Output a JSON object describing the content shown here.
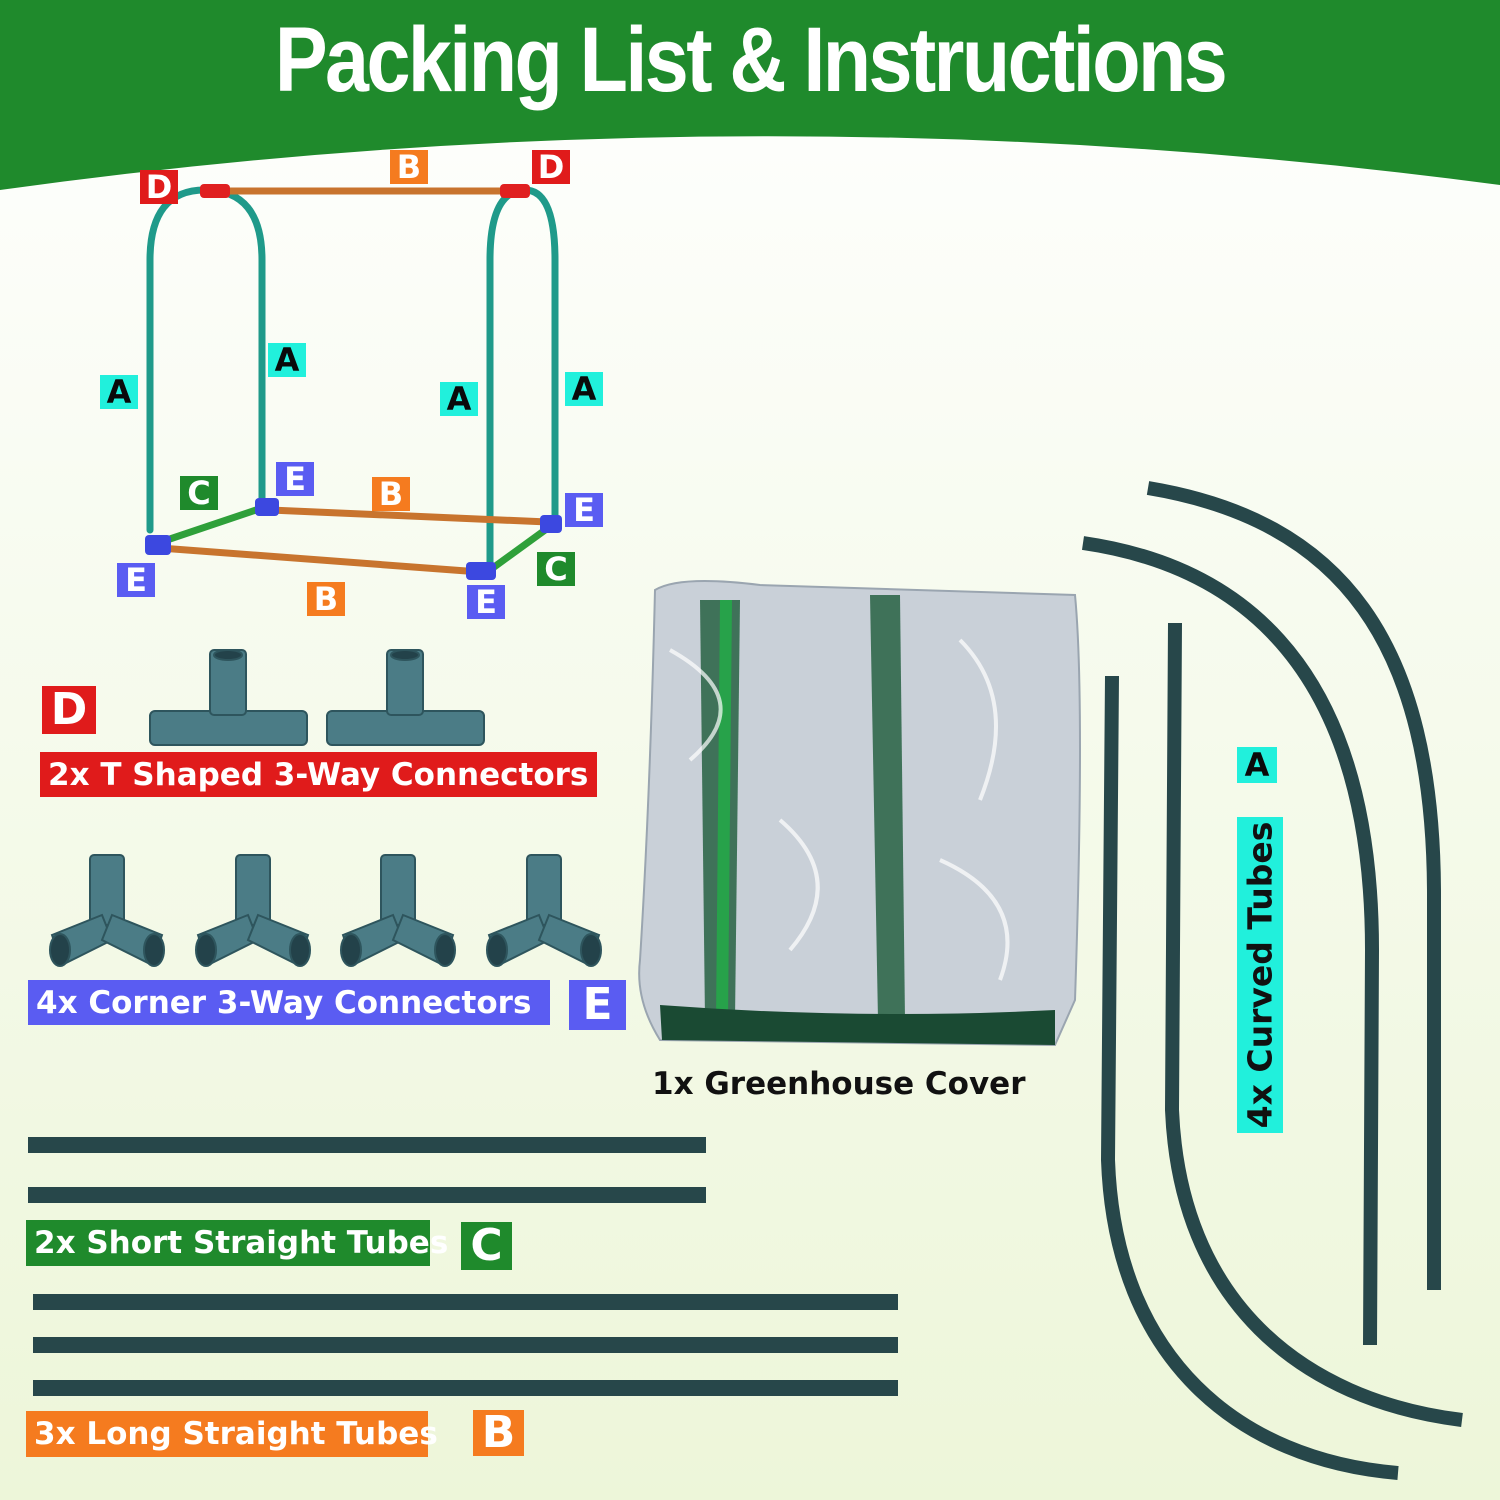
{
  "header": {
    "title": "Packing List & Instructions",
    "color": "#1f8a2c"
  },
  "diagram": {
    "labels": {
      "A": "A",
      "B": "B",
      "C": "C",
      "D": "D",
      "E": "E"
    }
  },
  "parts": {
    "t_connectors": {
      "letter": "D",
      "caption": "2x T Shaped 3-Way Connectors",
      "color": "#e01b1b"
    },
    "corner_connectors": {
      "letter": "E",
      "caption": "4x Corner 3-Way Connectors",
      "color": "#5a5cf2"
    },
    "cover": {
      "caption": "1x Greenhouse Cover"
    },
    "short_tubes": {
      "letter": "C",
      "caption": "2x Short Straight Tubes",
      "color": "#1f8a2c"
    },
    "long_tubes": {
      "letter": "B",
      "caption": "3x Long Straight Tubes",
      "color": "#f57b1f"
    },
    "curved_tubes": {
      "letter": "A",
      "caption": "4x Curved Tubes",
      "color": "#21f0dc"
    }
  }
}
